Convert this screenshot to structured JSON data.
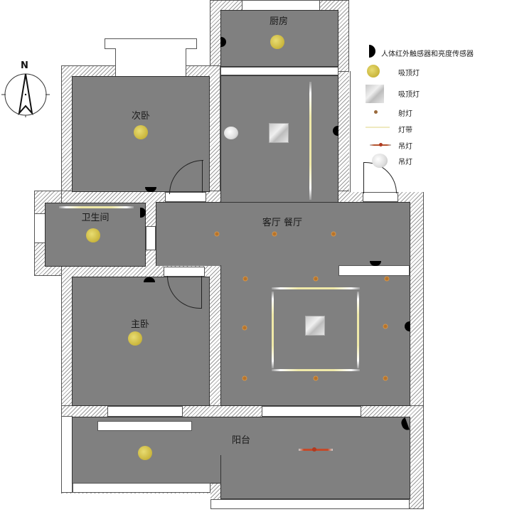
{
  "rooms": {
    "kitchen": {
      "label": "厨房"
    },
    "second_bedroom": {
      "label": "次卧"
    },
    "bathroom": {
      "label": "卫生间"
    },
    "living_dining": {
      "label": "客厅 餐厅"
    },
    "master_bedroom": {
      "label": "主卧"
    },
    "balcony": {
      "label": "阳台"
    }
  },
  "compass": {
    "label": "N"
  },
  "legend": {
    "items": [
      {
        "icon": "pir-light-sensor-icon",
        "label": "人体红外触感器和亮度传感器"
      },
      {
        "icon": "ceiling-light-round-icon",
        "label": "吸顶灯"
      },
      {
        "icon": "ceiling-light-square-icon",
        "label": "吸顶灯"
      },
      {
        "icon": "spotlight-icon",
        "label": "射灯"
      },
      {
        "icon": "light-strip-icon",
        "label": "灯带"
      },
      {
        "icon": "linear-pendant-icon",
        "label": "吊灯"
      },
      {
        "icon": "globe-pendant-icon",
        "label": "吊灯"
      }
    ]
  },
  "colors": {
    "floor": "#808080",
    "wall_hatch": "#9a9a9a",
    "ceiling_light": "#d4c44a",
    "spotlight": "#b8742a",
    "light_strip": "#efe9a8",
    "sensor": "#000000"
  }
}
